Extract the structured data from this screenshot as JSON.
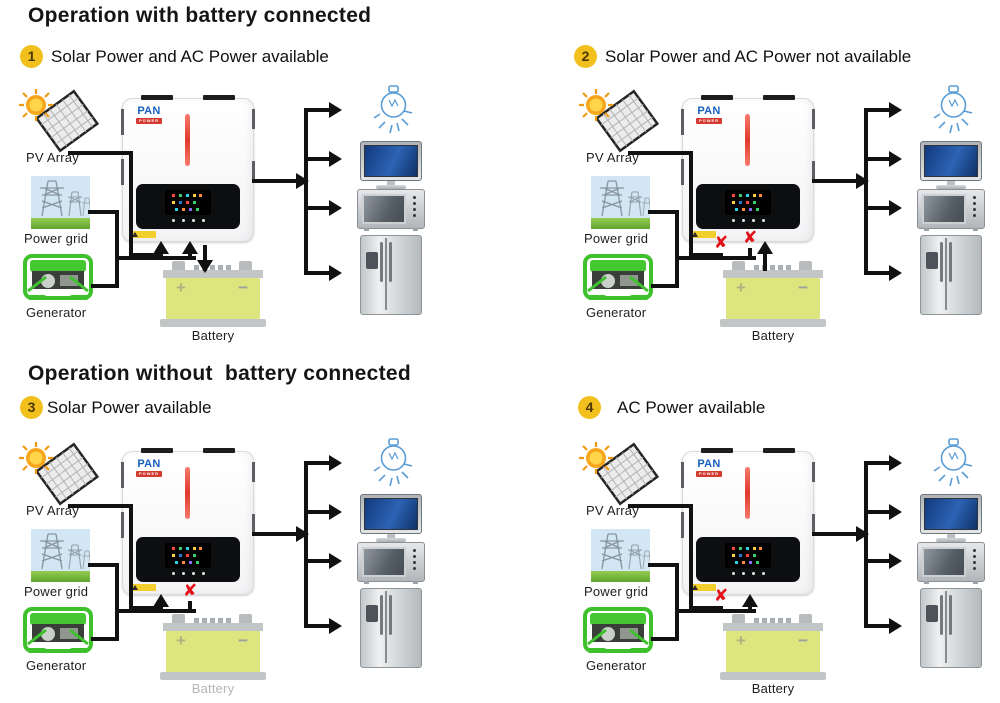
{
  "page": {
    "background": "#ffffff"
  },
  "sections": [
    {
      "title": "Operation with battery connected"
    },
    {
      "title": "Operation without  battery connected"
    }
  ],
  "quadrants": [
    {
      "number": "1",
      "title": "Solar Power and AC Power available",
      "pv": "ok",
      "ac": "ok",
      "battery": "charge",
      "battery_label_muted": false
    },
    {
      "number": "2",
      "title": "Solar Power and AC Power not available",
      "pv": "blocked",
      "ac": "blocked",
      "battery": "discharge",
      "battery_label_muted": false
    },
    {
      "number": "3",
      "title": "Solar Power available",
      "pv": "ok",
      "ac": "blocked",
      "battery": "none",
      "battery_label_muted": true
    },
    {
      "number": "4",
      "title": "AC Power available",
      "pv": "blocked",
      "ac": "ok",
      "battery": "none",
      "battery_label_muted": false
    }
  ],
  "device_labels": {
    "pv": "PV Array",
    "grid": "Power grid",
    "generator": "Generator",
    "battery": "Battery"
  },
  "inverter": {
    "brand": "PAN",
    "brand_sub": "POWER"
  },
  "battery": {
    "plus": "+",
    "minus": "−"
  },
  "symbols": {
    "blocked": "✘"
  },
  "icons": {
    "sources": [
      "sun",
      "solar-panel",
      "power-grid-tower",
      "generator"
    ],
    "loads": [
      "light-bulb",
      "television",
      "microwave-oven",
      "refrigerator"
    ]
  },
  "colors": {
    "line": "#111111",
    "blocked_x": "#e31219",
    "badge": "#f1c01d",
    "battery_body": "#dde57f",
    "generator_green": "#3fc12e",
    "bulb_blue": "#5b9cd6",
    "brand_blue": "#1660c0",
    "brand_red": "#d43a2f",
    "led_red": "#e03a2c"
  }
}
